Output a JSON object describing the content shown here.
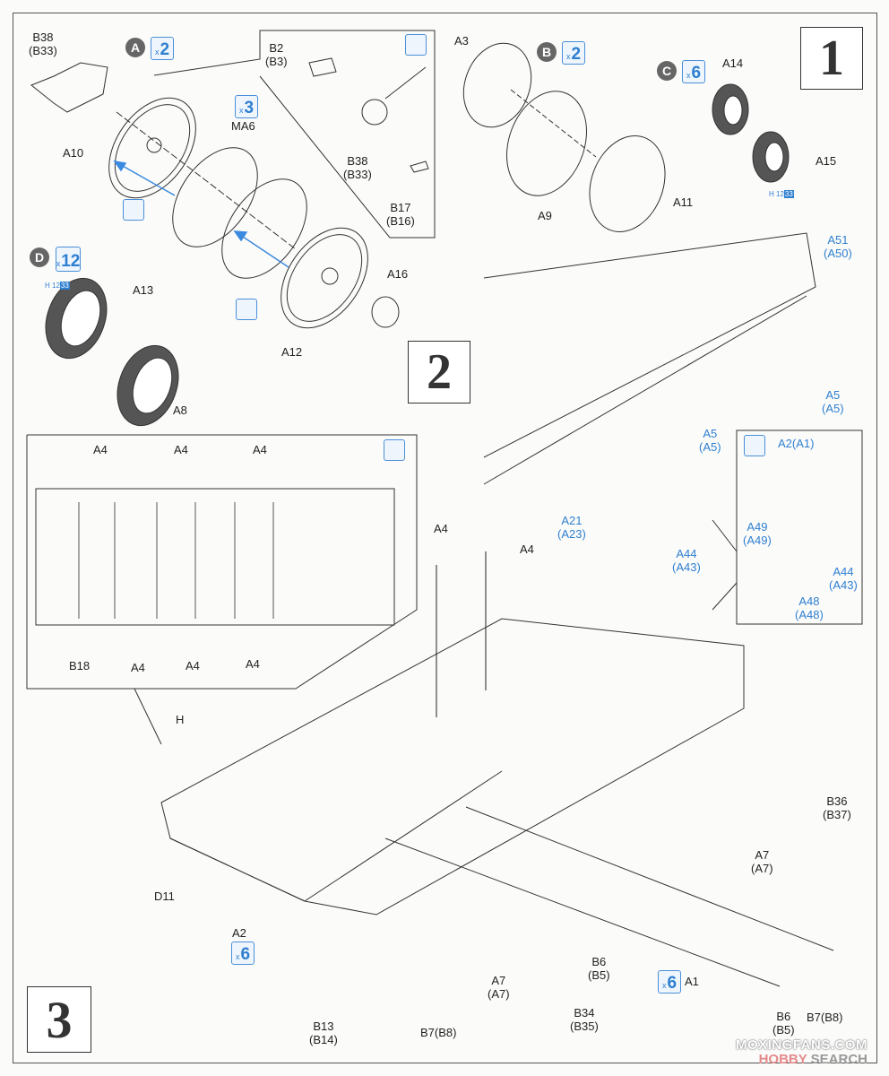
{
  "steps": {
    "step1": "1",
    "step2": "2",
    "step3": "3"
  },
  "step1": {
    "subassemblies": [
      {
        "letter": "A",
        "quantity": "2"
      },
      {
        "letter": "B",
        "quantity": "2"
      },
      {
        "letter": "C",
        "quantity": "6"
      },
      {
        "letter": "D",
        "quantity": "12"
      }
    ],
    "ring_quantity": "3",
    "labels": {
      "b38_top": "B38",
      "b33_top": "(B33)",
      "a10": "A10",
      "ma6": "MA6",
      "a12": "A12",
      "a16": "A16",
      "b2": "B2",
      "b3": "(B3)",
      "b38_inset": "B38",
      "b33_inset": "(B33)",
      "b17": "B17",
      "b16": "(B16)",
      "a3": "A3",
      "a9": "A9",
      "a11": "A11",
      "a14": "A14",
      "a15": "A15",
      "a13": "A13",
      "a8": "A8"
    },
    "paint_codes": [
      {
        "prefix": "H",
        "num": "12",
        "code": "33"
      },
      {
        "prefix": "H",
        "num": "12",
        "code": "33"
      }
    ]
  },
  "step2": {
    "labels": {
      "a51": "A51",
      "a50": "(A50)",
      "a5_1": "A5",
      "a5_1b": "(A5)",
      "a5_2": "A5",
      "a5_2b": "(A5)",
      "a21": "A21",
      "a23": "(A23)",
      "a44": "A44",
      "a43": "(A43)"
    },
    "inset": {
      "a2a1": "A2(A1)",
      "a49": "A49",
      "a49b": "(A49)",
      "a44": "A44",
      "a43": "(A43)",
      "a48": "A48",
      "a48b": "(A48)"
    }
  },
  "step3": {
    "inset_labels": {
      "top": [
        "A4",
        "A4",
        "A4"
      ],
      "bottom": [
        "B18",
        "A4",
        "A4",
        "A4"
      ]
    },
    "labels": {
      "a4_1": "A4",
      "a4_2": "A4",
      "h": "H",
      "d11": "D11",
      "a2": "A2",
      "a2_qty": "6",
      "b13": "B13",
      "b14": "(B14)",
      "b7b8": "B7(B8)",
      "b34": "B34",
      "b35": "(B35)",
      "a7_1": "A7",
      "a7_1b": "(A7)",
      "a7_2": "A7",
      "a7_2b": "(A7)",
      "b6_1": "B6",
      "b5_1": "(B5)",
      "b6_2": "B6",
      "b5_2": "(B5)",
      "b36": "B36",
      "b37": "(B37)",
      "a1": "A1",
      "a1_qty": "6",
      "b7b8_2": "B7(B8)"
    }
  },
  "watermark": {
    "line1": "MOXINGFANS.COM",
    "line2a": "HOBBY",
    "line2b": " SEARCH"
  }
}
